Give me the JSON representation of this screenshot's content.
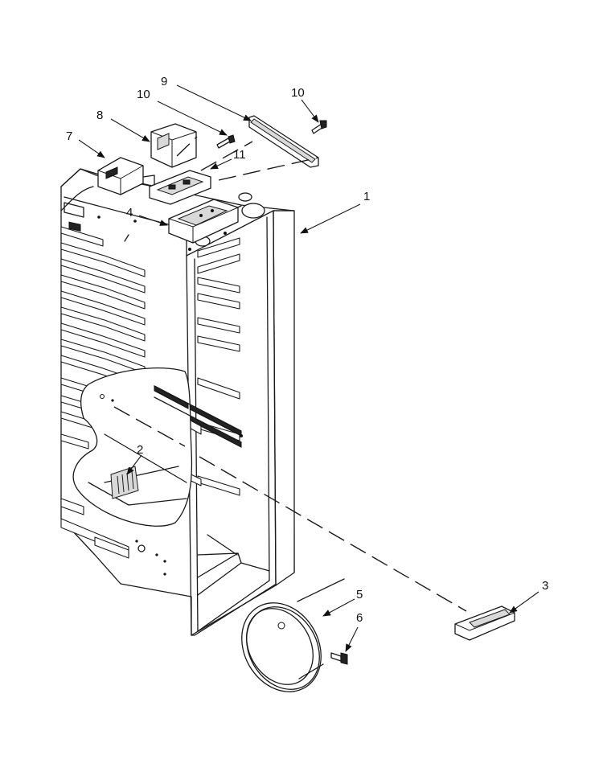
{
  "callouts": {
    "c1": "1",
    "c2": "2",
    "c3": "3",
    "c4": "4",
    "c5": "5",
    "c6": "6",
    "c7": "7",
    "c8": "8",
    "c9": "9",
    "c10a": "10",
    "c10b": "10",
    "c11": "11"
  }
}
